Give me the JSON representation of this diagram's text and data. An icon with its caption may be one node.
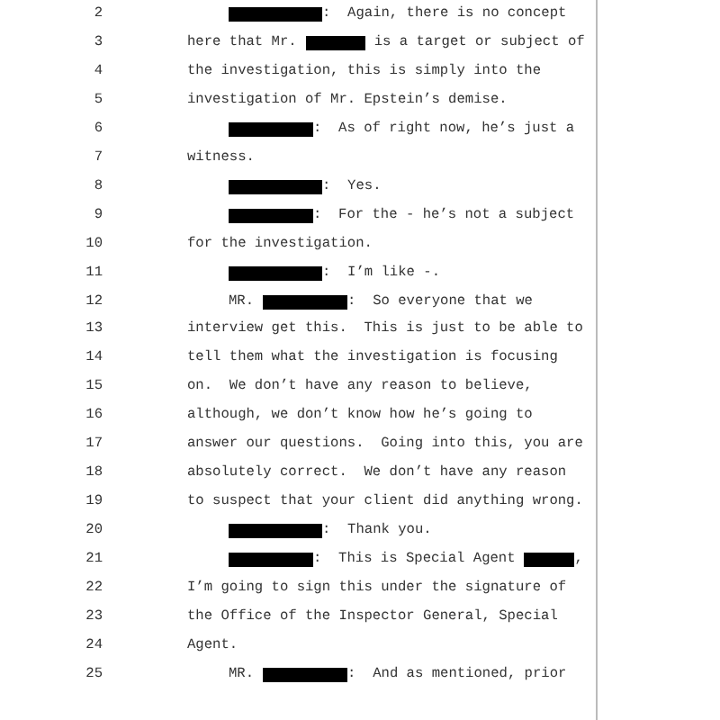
{
  "diagram": {
    "labels": [
      "2",
      ":  Again, there is no concept",
      "3",
      "here that Mr.",
      "is a target or subject of",
      "4",
      "the investigation, this is simply into the",
      "5",
      "investigation of Mr. Epstein’s demise.",
      "6",
      ":  As of right now, he’s just a",
      "7",
      "witness.",
      "8",
      ":  Yes.",
      "9",
      ":  For the - he’s not a subject",
      "10",
      "for the investigation.",
      "11",
      ":  I’m like -.",
      "12",
      "MR.",
      ":  So everyone that we",
      "13",
      "interview get this.  This is just to be able to",
      "14",
      "tell them what the investigation is focusing",
      "15",
      "on.  We don’t have any reason to believe,",
      "16",
      "although, we don’t know how he’s going to",
      "17",
      "answer our questions.  Going into this, you are",
      "18",
      "absolutely correct.  We don’t have any reason",
      "19",
      "to suspect that your client did anything wrong.",
      "20",
      ":  Thank you.",
      "21",
      ":  This is Special Agent",
      ",",
      "22",
      "I’m going to sign this under the signature of",
      "23",
      "the Office of the Inspector General, Special",
      "24",
      "Agent.",
      "25",
      "MR.",
      ":  And as mentioned, prior"
    ]
  }
}
